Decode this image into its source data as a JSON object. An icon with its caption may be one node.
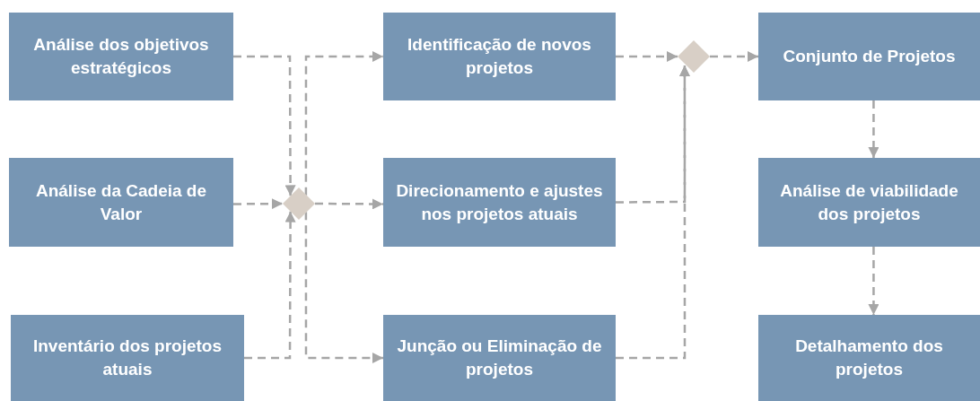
{
  "diagram": {
    "nodes": [
      {
        "text": [
          "Análise dos objetivos estratégicos"
        ]
      },
      {
        "text": [
          "Análise da Cadeia de Valor"
        ]
      },
      {
        "text": [
          "Inventário dos projetos atuais"
        ]
      },
      {
        "text": [],
        "shape": "diamond"
      },
      {
        "text": [
          "Identificação de novos projetos"
        ]
      },
      {
        "text": [
          "Direcionamento e ajustes nos projetos atuais"
        ]
      },
      {
        "text": [
          "Junção ou Eliminação de projetos"
        ]
      },
      {
        "text": [],
        "shape": "diamond"
      },
      {
        "text": [
          "Conjunto de Projetos"
        ]
      },
      {
        "text": [
          "Análise de viabilidade dos projetos"
        ]
      },
      {
        "text": [
          "Detalhamento dos projetos"
        ]
      }
    ],
    "edges": [
      {
        "from": 0,
        "to": 3,
        "arrow": "to"
      },
      {
        "from": 1,
        "to": 3,
        "arrow": "to"
      },
      {
        "from": 2,
        "to": 3,
        "arrow": "to"
      },
      {
        "from": 3,
        "to": 4,
        "arrow": "to"
      },
      {
        "from": 3,
        "to": 5,
        "arrow": "to"
      },
      {
        "from": 3,
        "to": 6,
        "arrow": "to"
      },
      {
        "from": 4,
        "to": 7,
        "arrow": "to"
      },
      {
        "from": 5,
        "to": 7,
        "arrow": "to"
      },
      {
        "from": 6,
        "to": 7,
        "arrow": "to"
      },
      {
        "from": 7,
        "to": 8,
        "arrow": "to"
      },
      {
        "from": 8,
        "to": 9,
        "arrow": "to"
      },
      {
        "from": 9,
        "to": 10,
        "arrow": "to"
      }
    ]
  }
}
